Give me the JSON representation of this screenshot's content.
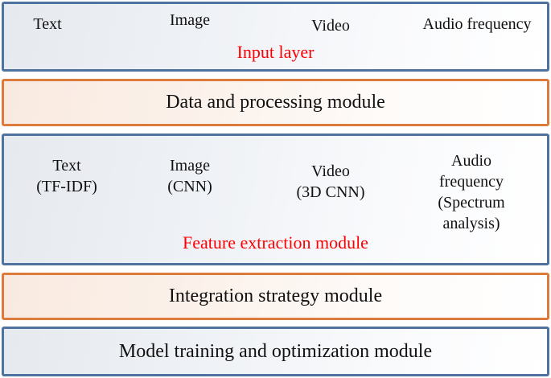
{
  "colors": {
    "blue_border": "#4e73a0",
    "orange_border": "#dc7b3b",
    "red_text": "#fb0204",
    "black_text": "#111111",
    "blue_box_bg_start": "#e6e9ee",
    "blue_box_bg_end": "#ffffff",
    "orange_box_bg_start": "#f9eae0",
    "orange_box_bg_end": "#ffffff"
  },
  "layers": {
    "input": {
      "title": "Input layer",
      "items": [
        {
          "label": "Text"
        },
        {
          "label": "Image"
        },
        {
          "label": "Video"
        },
        {
          "label": "Audio frequency"
        }
      ]
    },
    "data_processing": {
      "title": "Data and processing module"
    },
    "feature_extraction": {
      "title": "Feature extraction module",
      "items": [
        {
          "label": "Text\n(TF-IDF)"
        },
        {
          "label": "Image\n(CNN)"
        },
        {
          "label": "Video\n(3D CNN)"
        },
        {
          "label": "Audio frequency\n(Spectrum\nanalysis)"
        }
      ]
    },
    "integration": {
      "title": "Integration strategy module"
    },
    "model_training": {
      "title": "Model training and optimization module"
    }
  }
}
